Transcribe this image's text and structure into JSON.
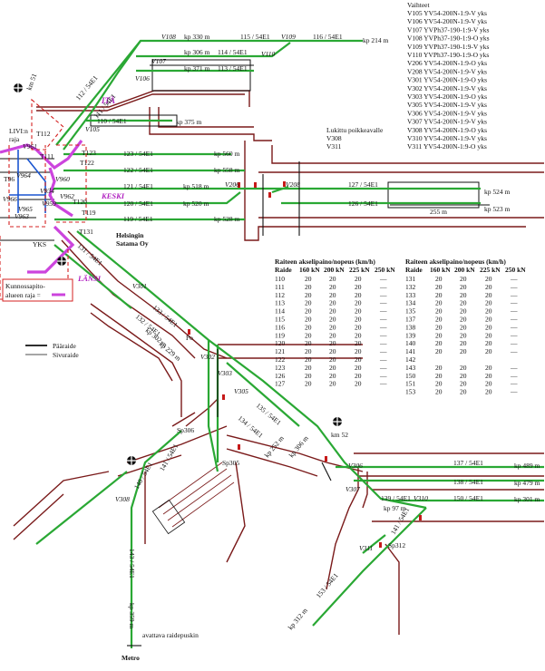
{
  "colors": {
    "green_track": "#2aa834",
    "dark_red": "#7a1a1a",
    "purple": "#cc44dd",
    "red_dashed": "#d42020",
    "blue": "#1a55d0"
  },
  "switches": {
    "title": "Vaihteet",
    "items": [
      "V105  YV54-200N-1:9-V yks",
      "V106  YV54-200N-1:9-V yks",
      "V107  YVPh37-190-1:9-V yks",
      "V108  YVPh37-190-1:9-O yks",
      "V109  YVPh37-190-1:9-V yks",
      "V110  YVPh37-190-1:9-O yks",
      "V206  YV54-200N-1:9-O yks",
      "V208  YV54-200N-1:9-V yks",
      "V301  YV54-200N-1:9-O yks",
      "V302  YV54-200N-1:9-V yks",
      "V303  YV54-200N-1:9-O yks",
      "V305  YV54-200N-1:9-V yks",
      "V306  YV54-200N-1:9-V yks",
      "V307  YV54-200N-1:9-V yks",
      "V308  YV54-200N-1:9-O yks",
      "V310  YV54-200N-1:9-V yks",
      "V311  YV54-200N-1:9-O yks"
    ]
  },
  "locked": {
    "title": "Lukittu poikkeavalle",
    "items": [
      "V308",
      "V311"
    ]
  },
  "area_labels": {
    "ita": "ITÄ",
    "keski": "KESKI",
    "lansi": "LÄNSI",
    "harbour_line1": "Helsingin",
    "harbour_line2": "Satama Oy",
    "livi1": "LIVI:n",
    "livi2": "raja",
    "yks": "YKS",
    "metro": "Metro",
    "buffer": "avattava raidepuskin",
    "km51": "km 51",
    "km52": "km 52"
  },
  "legend": {
    "box_line1": "Kunnossapito-",
    "box_line2": "alueen raja =",
    "main_track": "Pääraide",
    "side_track": "Sivuraide"
  },
  "table_a": {
    "title": "Raiteen akselipaino/nopeus (km/h)",
    "header": [
      "Raide",
      "160 kN",
      "200 kN",
      "225 kN",
      "250 kN"
    ],
    "rows": [
      [
        "110",
        "20",
        "20",
        "20",
        "—"
      ],
      [
        "111",
        "20",
        "20",
        "20",
        "—"
      ],
      [
        "112",
        "20",
        "20",
        "20",
        "—"
      ],
      [
        "113",
        "20",
        "20",
        "20",
        "—"
      ],
      [
        "114",
        "20",
        "20",
        "20",
        "—"
      ],
      [
        "115",
        "20",
        "20",
        "20",
        "—"
      ],
      [
        "116",
        "20",
        "20",
        "20",
        "—"
      ],
      [
        "119",
        "20",
        "20",
        "20",
        "—"
      ],
      [
        "120",
        "20",
        "20",
        "20",
        "—"
      ],
      [
        "121",
        "20",
        "20",
        "20",
        "—"
      ],
      [
        "122",
        "20",
        "20",
        "20",
        "—"
      ],
      [
        "123",
        "20",
        "20",
        "20",
        "—"
      ],
      [
        "126",
        "20",
        "20",
        "20",
        "—"
      ],
      [
        "127",
        "20",
        "20",
        "20",
        "—"
      ]
    ]
  },
  "table_b": {
    "title": "Raiteen akselipaino/nopeus (km/h)",
    "header": [
      "Raide",
      "160 kN",
      "200 kN",
      "225 kN",
      "250 kN"
    ],
    "rows": [
      [
        "131",
        "20",
        "20",
        "20",
        "—"
      ],
      [
        "132",
        "20",
        "20",
        "20",
        "—"
      ],
      [
        "133",
        "20",
        "20",
        "20",
        "—"
      ],
      [
        "134",
        "20",
        "20",
        "20",
        "—"
      ],
      [
        "135",
        "20",
        "20",
        "20",
        "—"
      ],
      [
        "137",
        "20",
        "20",
        "20",
        "—"
      ],
      [
        "138",
        "20",
        "20",
        "20",
        "—"
      ],
      [
        "139",
        "20",
        "20",
        "20",
        "—"
      ],
      [
        "140",
        "20",
        "20",
        "20",
        "—"
      ],
      [
        "141",
        "20",
        "20",
        "20",
        "—"
      ],
      [
        "142",
        "",
        "",
        "",
        ""
      ],
      [
        "143",
        "20",
        "20",
        "20",
        "—"
      ],
      [
        "150",
        "20",
        "20",
        "20",
        "—"
      ],
      [
        "151",
        "20",
        "20",
        "20",
        "—"
      ],
      [
        "153",
        "20",
        "20",
        "20",
        "—"
      ]
    ]
  },
  "track_labels": {
    "t115": "115 / 54E1",
    "t116": "116 / 54E1",
    "t114": "114 / 54E1",
    "t113": "113 / 54E1",
    "t112": "112 / 54E1",
    "t111": "111 / 54E1",
    "t110": "110 / 54E1",
    "t123": "123 / 54E1",
    "t122": "122 / 54E1",
    "t121": "121 / 54E1",
    "t120": "120 / 54E1",
    "t119": "119 / 54E1",
    "t127": "127 / 54E1",
    "t126": "126 / 54E1",
    "t133": "133 / 54E1",
    "t132": "132 / 54E1",
    "t135": "135 / 54E1",
    "t134": "134 / 54E1",
    "t131": "131 / 54E1",
    "t137": "137 / 54E1",
    "t138": "138 / 54E1",
    "t139": "139 / 54E1",
    "t150": "150 / 54E1",
    "t141": "141 / 54E1",
    "t143": "143 / 54E1",
    "t153": "153 / 54E1",
    "t141b": "141 / 54E1",
    "t140": "140 / 54E1"
  },
  "km_posts": {
    "kp330": "kp 330 m",
    "kp214": "kp 214 m",
    "kp306": "kp 306 m",
    "kp371": "kp 371 m",
    "kp375": "kp 375 m",
    "kp560": "kp 560 m",
    "kp558": "kp 558 m",
    "kp518": "kp 518 m",
    "kp520": "kp 520 m",
    "kp528": "kp 528 m",
    "kp524": "kp 524 m",
    "kp523": "kp 523 m",
    "len255": "255 m",
    "kp489": "kp 489 m",
    "kp479": "kp 479 m",
    "kp301": "kp 301 m",
    "kp97": "kp 97 m",
    "kp306b": "kp 306 m",
    "kp252": "kp 252 m",
    "kp312": "kp 312 m",
    "kp359": "kp 359 m",
    "kp229": "kp 229 m",
    "kp302": "kp 302 m"
  },
  "switch_labels": {
    "v108": "V108",
    "v109": "V109",
    "v107": "V107",
    "v110": "V110",
    "v106": "V106",
    "v105": "V105",
    "v206": "V206",
    "v208": "V208",
    "v301": "V301",
    "v302": "V302",
    "v303": "V303",
    "v305": "V305",
    "v306": "V306",
    "v307": "V307",
    "v308": "V308",
    "v310": "V310",
    "v311": "V311",
    "sp306": "Sp306",
    "sp305": "Sp305",
    "sp312": "Sp312",
    "po": "Po",
    "t123": "T123",
    "t122": "T122",
    "t120": "T120",
    "t119": "T119",
    "t131": "T131",
    "t112": "T112",
    "t111": "T111",
    "v962": "V962",
    "v959": "V959",
    "v963": "V963",
    "v964": "V964",
    "v961": "V961",
    "v966": "V966",
    "v965": "V965",
    "v934": "V934",
    "v960": "V960",
    "t96": "T96"
  }
}
